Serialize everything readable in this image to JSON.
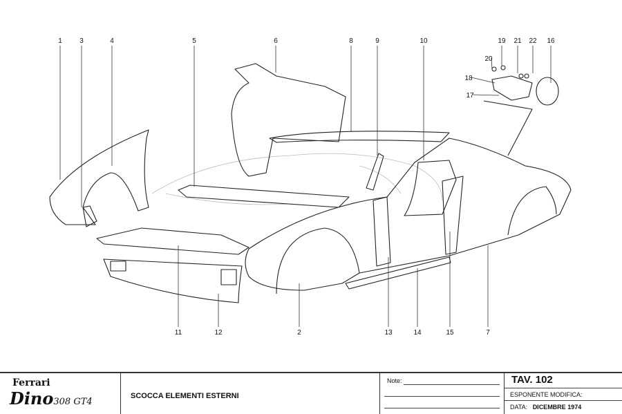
{
  "callouts": {
    "top": [
      "1",
      "3",
      "4",
      "5",
      "6",
      "8",
      "9",
      "10",
      "19",
      "21",
      "22",
      "16"
    ],
    "side": [
      "20",
      "18",
      "17"
    ],
    "bottom": [
      "11",
      "12",
      "2",
      "13",
      "14",
      "15",
      "7"
    ]
  },
  "title_block": {
    "brand": "Ferrari",
    "model_script": "Dino",
    "model_number": "308 GT4",
    "title": "SCOCCA ELEMENTI ESTERNI",
    "note_label": "Note:",
    "plate": "TAV. 102",
    "revision_label": "ESPONENTE MODIFICA:",
    "date_label": "DATA:",
    "date_value": "DICEMBRE 1974"
  }
}
